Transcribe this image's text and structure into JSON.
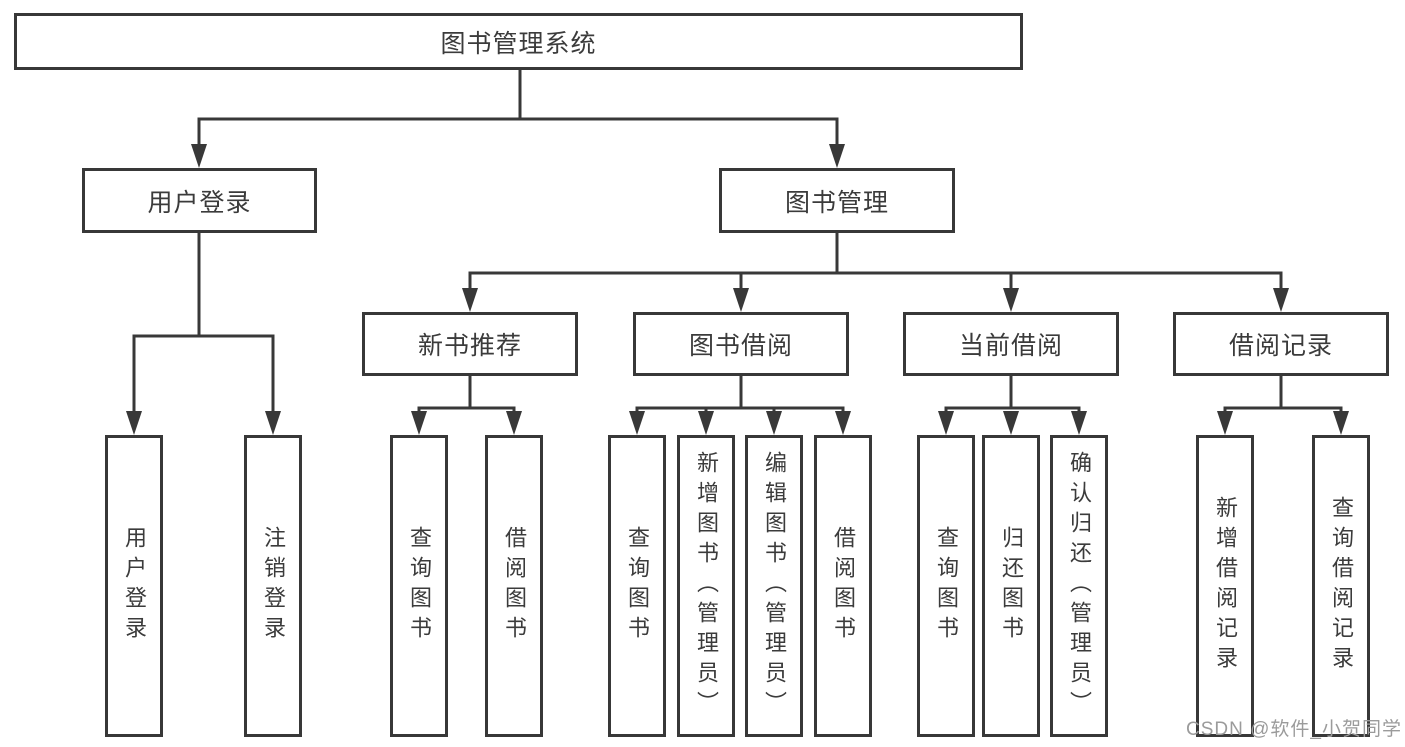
{
  "diagram": {
    "title": "图书管理系统",
    "root": {
      "label": "图书管理系统"
    },
    "branches": {
      "user_login": {
        "label": "用户登录",
        "children": [
          "用户登录",
          "注销登录"
        ]
      },
      "book_management": {
        "label": "图书管理"
      }
    },
    "modules": [
      {
        "label": "新书推荐",
        "children": [
          "查询图书",
          "借阅图书"
        ]
      },
      {
        "label": "图书借阅",
        "children": [
          "查询图书",
          "新增图书（管理员）",
          "编辑图书（管理员）",
          "借阅图书"
        ]
      },
      {
        "label": "当前借阅",
        "children": [
          "查询图书",
          "归还图书",
          "确认归还（管理员）"
        ]
      },
      {
        "label": "借阅记录",
        "children": [
          "新增借阅记录",
          "查询借阅记录"
        ]
      }
    ],
    "colors": {
      "line": "#383838",
      "text": "#3b3b3b",
      "background": "#ffffff"
    }
  },
  "watermark": {
    "text": "CSDN @软件_小贺同学",
    "color": "#9b9b9b"
  }
}
